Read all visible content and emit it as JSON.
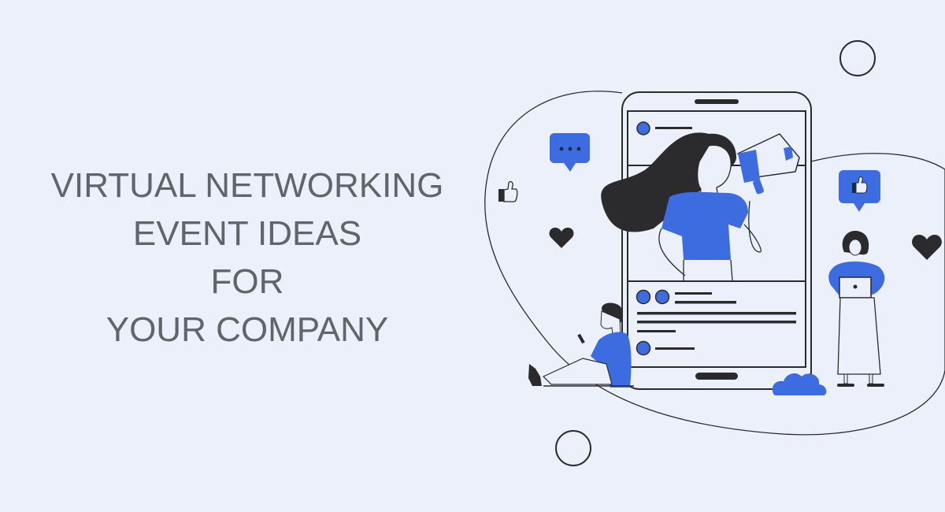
{
  "hero": {
    "title_lines": [
      "VIRTUAL NETWORKING",
      "EVENT IDEAS",
      "FOR",
      "YOUR COMPANY"
    ]
  },
  "illustration": {
    "icons": [
      "chat-bubble-icon",
      "thumbs-up-icon",
      "heart-icon",
      "thumbs-up-bubble-icon",
      "cloud-icon",
      "megaphone-icon"
    ],
    "colors": {
      "accent": "#3d6be0",
      "ink": "#2b2b2e",
      "background": "#ebf0fa",
      "title": "#616469"
    }
  }
}
